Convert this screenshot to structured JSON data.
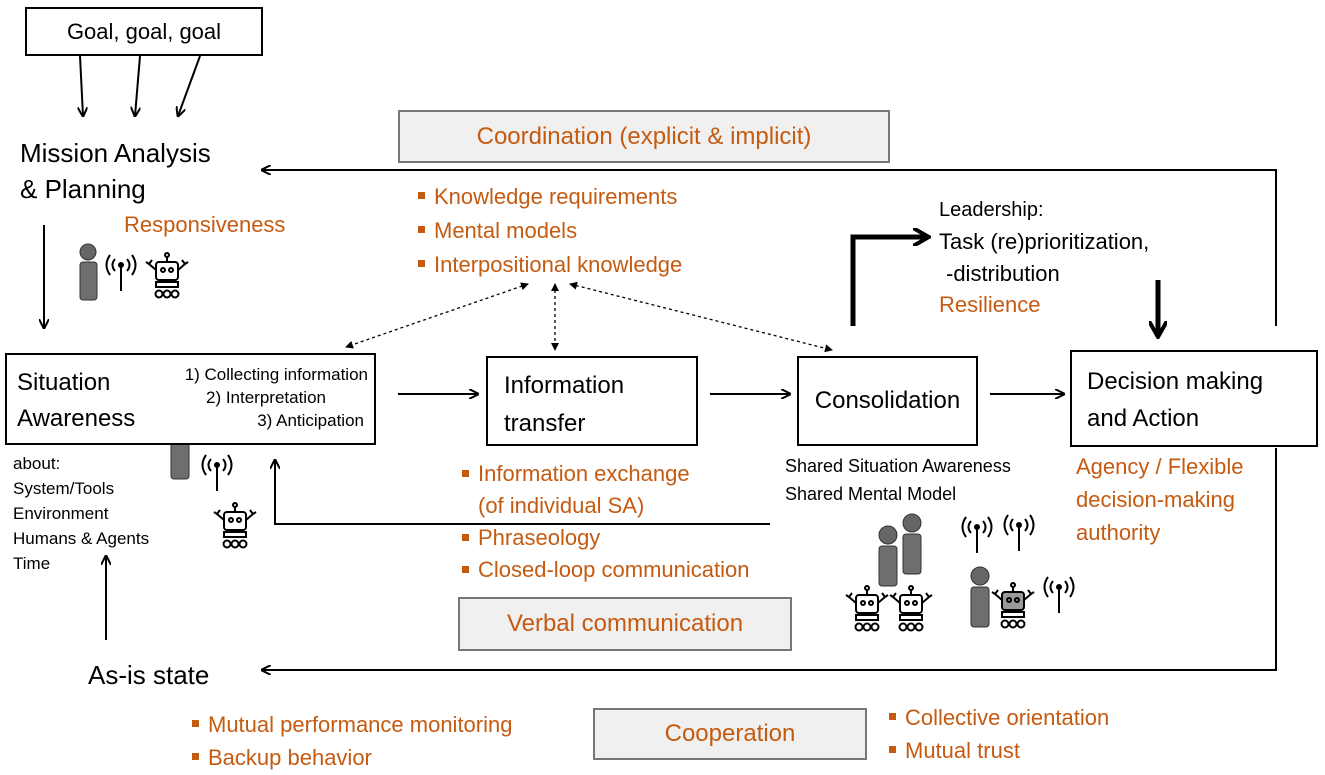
{
  "goal_box": "Goal, goal, goal",
  "mission": {
    "line1": "Mission Analysis",
    "line2": "& Planning",
    "responsiveness": "Responsiveness"
  },
  "coordination": {
    "title": "Coordination (explicit & implicit)",
    "items": [
      "Knowledge requirements",
      "Mental models",
      "Interpositional knowledge"
    ]
  },
  "leadership": {
    "line1": "Leadership:",
    "line2": "Task (re)prioritization,",
    "line3": "-distribution",
    "resilience": "Resilience"
  },
  "situation": {
    "line1": "Situation",
    "line2": "Awareness",
    "steps": [
      "1) Collecting information",
      "2) Interpretation",
      "3) Anticipation"
    ],
    "about": [
      "about:",
      "System/Tools",
      "Environment",
      "Humans & Agents",
      "Time"
    ]
  },
  "info_transfer": {
    "line1": "Information",
    "line2": "transfer"
  },
  "consolidation": {
    "label": "Consolidation",
    "shared1": "Shared Situation Awareness",
    "shared2": "Shared Mental Model"
  },
  "decision": {
    "line1": "Decision making",
    "line2": "and Action",
    "agency": [
      "Agency / Flexible",
      "decision-making",
      "authority"
    ]
  },
  "verbal": {
    "title": "Verbal communication",
    "items": [
      [
        "Information exchange",
        "(of individual SA)"
      ],
      [
        "Phraseology"
      ],
      [
        "Closed-loop communication"
      ]
    ]
  },
  "asis": "As-is state",
  "cooperation": {
    "title": "Cooperation",
    "left_items": [
      "Mutual performance monitoring",
      "Backup behavior"
    ],
    "right_items": [
      "Collective orientation",
      "Mutual trust"
    ]
  },
  "colors": {
    "accent": "#c55a11",
    "box_fill": "#f0f0f0",
    "human_icon": "#6e6e6e"
  },
  "icons": [
    "human-icon",
    "robot-icon",
    "wireless-signal-icon"
  ]
}
